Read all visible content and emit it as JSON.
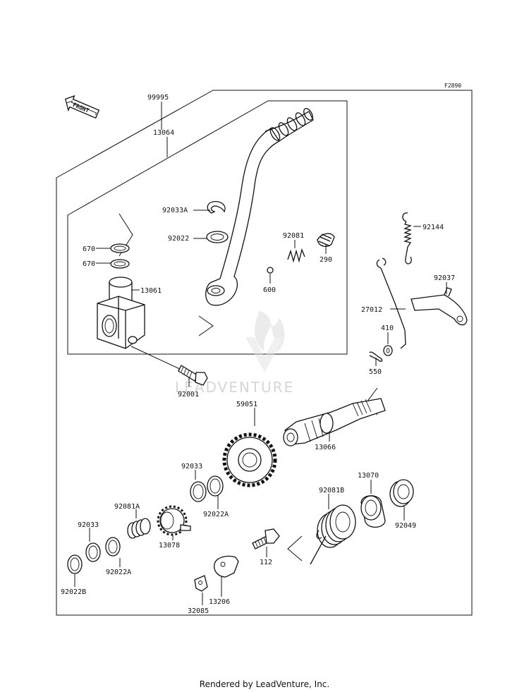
{
  "figure_code": "F2890",
  "front_label": "FRONT",
  "watermark": "LEADVENTURE",
  "footer": "Rendered by LeadVenture, Inc.",
  "parts": {
    "p99995": "99995",
    "p13064": "13064",
    "p92033A": "92033A",
    "p92022_top": "92022",
    "p92081_top": "92081",
    "p290": "290",
    "p600": "600",
    "p670_a": "670",
    "p670_b": "670",
    "p13061": "13061",
    "p92001": "92001",
    "p92144": "92144",
    "p92037": "92037",
    "p27012": "27012",
    "p410": "410",
    "p550": "550",
    "p59051": "59051",
    "p13066": "13066",
    "p92033_mid": "92033",
    "p92022A_mid": "92022A",
    "p92081A": "92081A",
    "p13078": "13078",
    "p92033_low": "92033",
    "p92022A_low": "92022A",
    "p92022B": "92022B",
    "p13070": "13070",
    "p92081B": "92081B",
    "p92049": "92049",
    "p112": "112",
    "p13206": "13206",
    "p32085": "32085"
  }
}
